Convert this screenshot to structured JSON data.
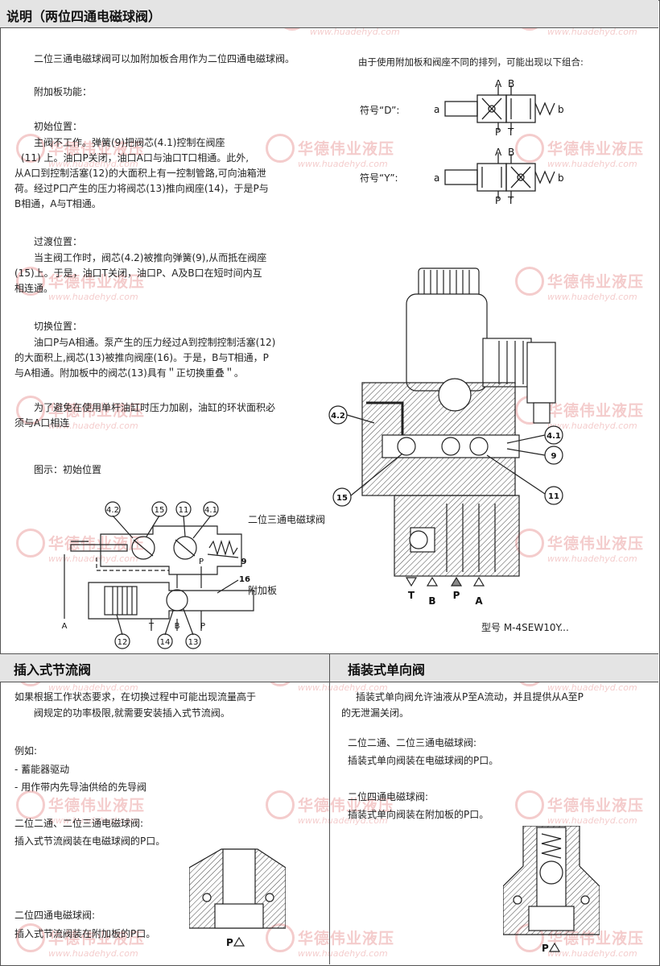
{
  "watermark": {
    "brand": "华德伟业液压",
    "url": "www.huadehyd.com"
  },
  "section_main": {
    "title": "说明（两位四通电磁球阀）",
    "intro": "二位三通电磁球阀可以加附加板合用作为二位四通电磁球阀。",
    "subheading": "附加板功能：",
    "initial_heading": "初始位置：",
    "initial_lines": [
      "主阀不工作。弹簧(9)把阀芯(4.1)控制在阀座",
      "(11) 上。油口P关闭，油口A口与油口T口相通。此外,",
      "从A口到控制活塞(12)的大面积上有一控制管路,可向油箱泄",
      "荷。经过P口产生的压力将阀芯(13)推向阀座(14)，于是P与",
      "B相通，A与T相通。"
    ],
    "transition_heading": "过渡位置：",
    "transition_lines": [
      "当主阀工作时，阀芯(4.2)被推向弹簧(9),从而抵在阀座",
      "(15)上。于是，油口T关闭，油口P、A及B口在短时间内互",
      "相连通。"
    ],
    "switch_heading": "切换位置：",
    "switch_lines": [
      "油口P与A相通。泵产生的压力经过A到控制控制活塞(12)",
      "的大面积上,阀芯(13)被推向阀座(16)。于是，B与T相通，P",
      "与A相通。附加板中的阀芯(13)具有＂正切换重叠＂。"
    ],
    "note_lines": [
      "为了避免在使用单杆油缸时压力加剧，油缸的环状面积必",
      "须与A口相连"
    ],
    "figure_caption": "图示：初始位置",
    "right_intro": "由于使用附加板和阀座不同的排列，可能出现以下组合:",
    "symbol_d": "符号“D”:",
    "symbol_y": "符号“Y”:",
    "model": "型号  M-4SEW10Y..."
  },
  "schematic": {
    "valve_label": "二位三通电磁球阀",
    "plate_label": "附加板",
    "callouts_top": [
      "4.2",
      "15",
      "11",
      "4.1"
    ],
    "callouts_bottom": [
      "12",
      "14",
      "13"
    ],
    "spring_num": "9",
    "seat_num": "16",
    "ports": [
      "A",
      "T",
      "B",
      "P"
    ]
  },
  "symbols": {
    "coil": "a",
    "spring": "b",
    "port_a": "A",
    "port_b": "B",
    "port_p": "P",
    "port_t": "T"
  },
  "section_view": {
    "callouts": [
      "4.2",
      "15",
      "4.1",
      "9",
      "11"
    ],
    "ports": [
      "T",
      "B",
      "P",
      "A"
    ]
  },
  "section_throttle": {
    "title": "插入式节流阀",
    "lines": [
      "如果根据工作状态要求，在切换过程中可能出现流量高于",
      "阀规定的功率极限,就需要安装插入式节流阀。"
    ],
    "example_heading": "例如:",
    "examples": [
      "-  蓄能器驱动",
      "-  用作带内先导油供给的先导阀"
    ],
    "case1_heading": "二位二通、二位三通电磁球阀:",
    "case1_text": "插入式节流阀装在电磁球阀的P口。",
    "case2_heading": "二位四通电磁球阀:",
    "case2_text": "插入式节流阀装在附加板的P口。",
    "port": "P"
  },
  "section_check": {
    "title": "插装式单向阀",
    "lines": [
      "插装式单向阀允许油液从P至A流动，并且提供从A至P",
      "的无泄漏关闭。"
    ],
    "case1_heading": "二位二通、二位三通电磁球阀:",
    "case1_text": "插装式单向阀装在电磁球阀的P口。",
    "case2_heading": "二位四通电磁球阀:",
    "case2_text": "插装式单向阀装在附加板的P口。",
    "port": "P"
  },
  "colors": {
    "header_bg": "#e4e4e4",
    "watermark": "#d84a4a",
    "line": "#222222"
  }
}
